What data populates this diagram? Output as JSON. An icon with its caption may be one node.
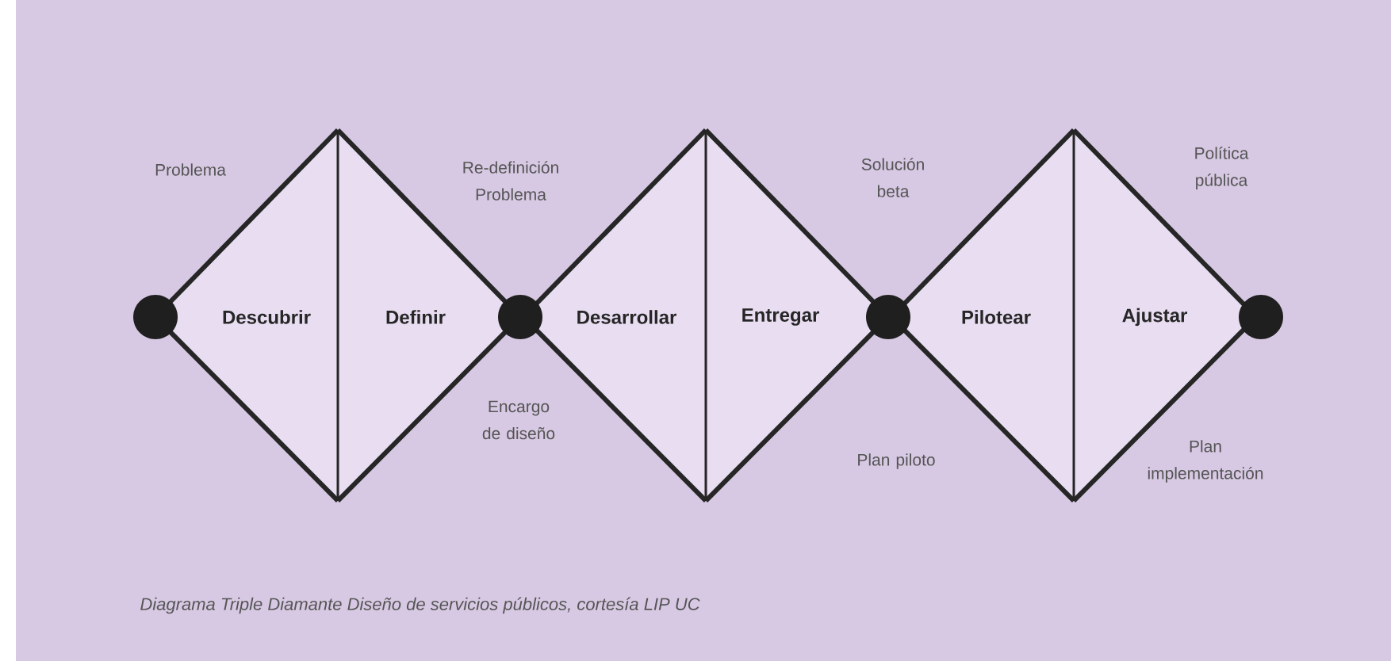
{
  "diagram": {
    "caption": "Diagrama Triple Diamante Diseño de servicios públicos, cortesía LIP UC",
    "nodes": [
      {
        "text": [],
        "shape": "circle"
      },
      {
        "text": [
          "Descubrir"
        ]
      },
      {
        "text": [
          "Definir"
        ]
      },
      {
        "text": [],
        "shape": "circle"
      },
      {
        "text": [
          "Desarrollar"
        ]
      },
      {
        "text": [
          "Entregar"
        ]
      },
      {
        "text": [],
        "shape": "circle"
      },
      {
        "text": [
          "Pilotear"
        ]
      },
      {
        "text": [
          "Ajustar"
        ]
      },
      {
        "text": [],
        "shape": "circle"
      }
    ],
    "labels": [
      "Problema",
      "Re-definición Problema",
      "Encargo de diseño",
      "Solución beta",
      "Plan piloto",
      "Política pública",
      "Plan implementación"
    ]
  }
}
